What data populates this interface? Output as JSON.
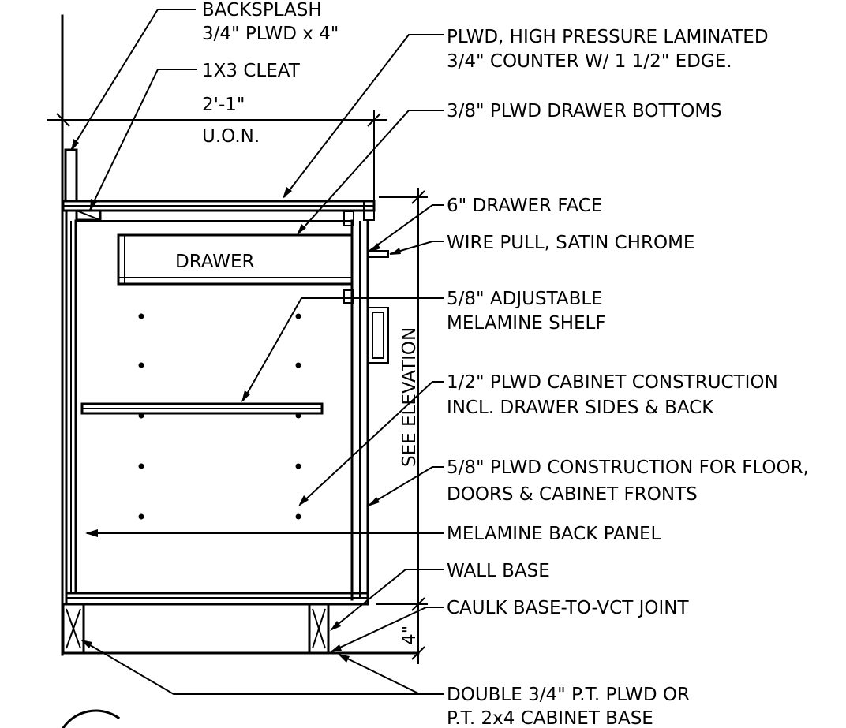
{
  "labels": {
    "backsplash_1": "BACKSPLASH",
    "backsplash_2": "3/4\" PLWD x 4\"",
    "cleat": "1X3 CLEAT",
    "width_1": "2'-1\"",
    "width_2": "U.O.N.",
    "counter_1": "PLWD, HIGH PRESSURE LAMINATED",
    "counter_2": "3/4\" COUNTER W/ 1 1/2\" EDGE.",
    "drawer_bottoms": "3/8\" PLWD DRAWER BOTTOMS",
    "drawer_face": "6\" DRAWER FACE",
    "wire_pull": "WIRE PULL, SATIN CHROME",
    "shelf_1": "5/8\" ADJUSTABLE",
    "shelf_2": "MELAMINE SHELF",
    "cabinet_1": "1/2\" PLWD CABINET CONSTRUCTION",
    "cabinet_2": "INCL. DRAWER SIDES & BACK",
    "floor_1": "5/8\" PLWD CONSTRUCTION FOR FLOOR,",
    "floor_2": "DOORS & CABINET FRONTS",
    "back_panel": "MELAMINE BACK PANEL",
    "wall_base": "WALL BASE",
    "caulk": "CAULK BASE-TO-VCT JOINT",
    "base_1": "DOUBLE 3/4\" P.T. PLWD OR",
    "base_2": "P.T. 2x4 CABINET BASE",
    "drawer": "DRAWER",
    "see_elevation": "SEE ELEVATION",
    "base_height": "4\""
  }
}
